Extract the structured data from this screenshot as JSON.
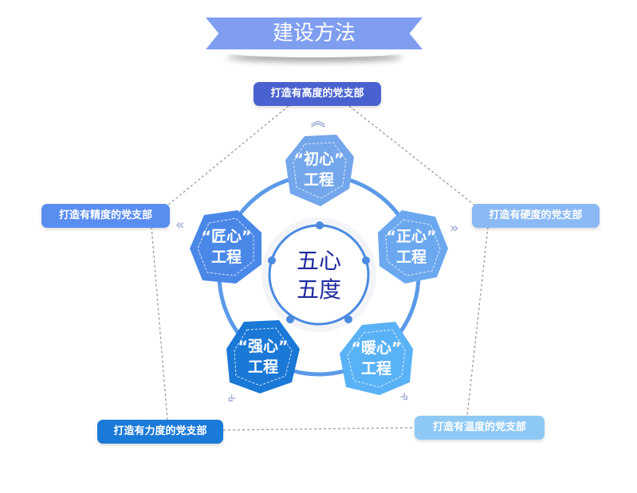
{
  "title": "建设方法",
  "center": {
    "line1": "五心",
    "line2": "五度"
  },
  "nodes": [
    {
      "quote": "“初心”",
      "sub": "工程",
      "color": "#74a6ec"
    },
    {
      "quote": "“匠心”",
      "sub": "工程",
      "color": "#4a88e8"
    },
    {
      "quote": "“正心”",
      "sub": "工程",
      "color": "#6ba8f0"
    },
    {
      "quote": "“强心”",
      "sub": "工程",
      "color": "#1a78d6"
    },
    {
      "quote": "“暖心”",
      "sub": "工程",
      "color": "#5ab2f6"
    }
  ],
  "labels": [
    {
      "text": "打造有高度的党支部",
      "color": "#4a62cf"
    },
    {
      "text": "打造有精度的党支部",
      "color": "#5a8df0"
    },
    {
      "text": "打造有硬度的党支部",
      "color": "#8ab9f5"
    },
    {
      "text": "打造有力度的党支部",
      "color": "#1a7ad8"
    },
    {
      "text": "打造有温度的党支部",
      "color": "#8ec9f6"
    }
  ]
}
